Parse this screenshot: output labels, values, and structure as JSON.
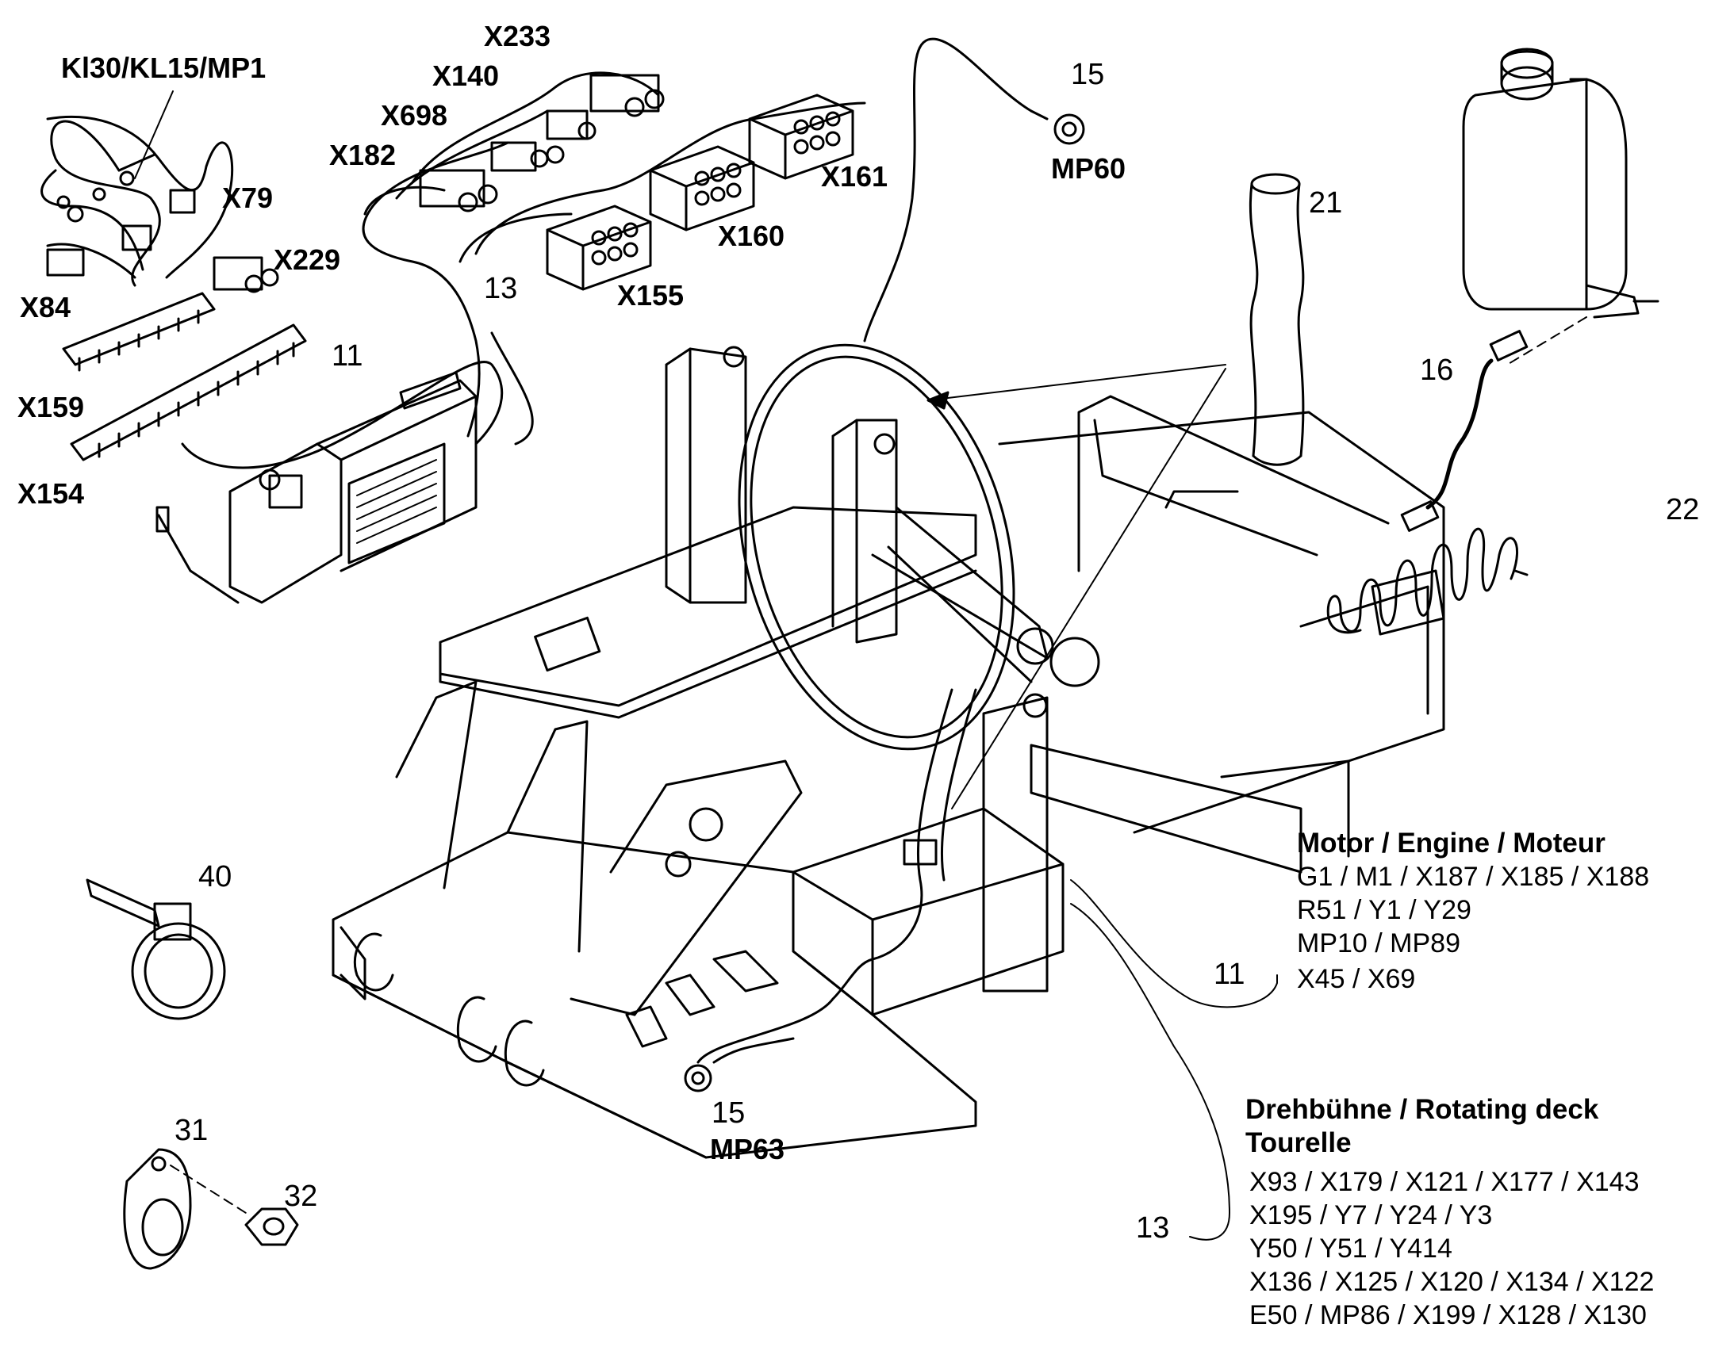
{
  "connectors": {
    "kl30": "Kl30/KL15/MP1",
    "x233": "X233",
    "x140": "X140",
    "x698": "X698",
    "x182": "X182",
    "x79": "X79",
    "x229": "X229",
    "x84": "X84",
    "x159": "X159",
    "x154": "X154",
    "x161": "X161",
    "x160": "X160",
    "x155": "X155",
    "mp60": "MP60",
    "mp63": "MP63"
  },
  "part_numbers": {
    "p15_top": "15",
    "p13_top": "13",
    "p11_top": "11",
    "p21": "21",
    "p16": "16",
    "p22": "22",
    "p40": "40",
    "p31": "31",
    "p32": "32",
    "p15_bottom": "15",
    "p11_right": "11",
    "p13_bottom": "13"
  },
  "engine_group": {
    "title": "Motor / Engine / Moteur",
    "lines": [
      "G1 / M1 / X187 / X185 / X188",
      "R51 / Y1 / Y29",
      "MP10 / MP89",
      "X45 / X69"
    ]
  },
  "deck_group": {
    "title_1": "Drehbühne / Rotating deck",
    "title_2": "Tourelle",
    "lines": [
      "X93 / X179 / X121 / X177 / X143",
      "X195 / Y7 / Y24 / Y3",
      "Y50 / Y51 / Y414",
      "X136 / X125 / X120 / X134 / X122",
      "E50 / MP86 / X199 / X128 / X130"
    ]
  }
}
